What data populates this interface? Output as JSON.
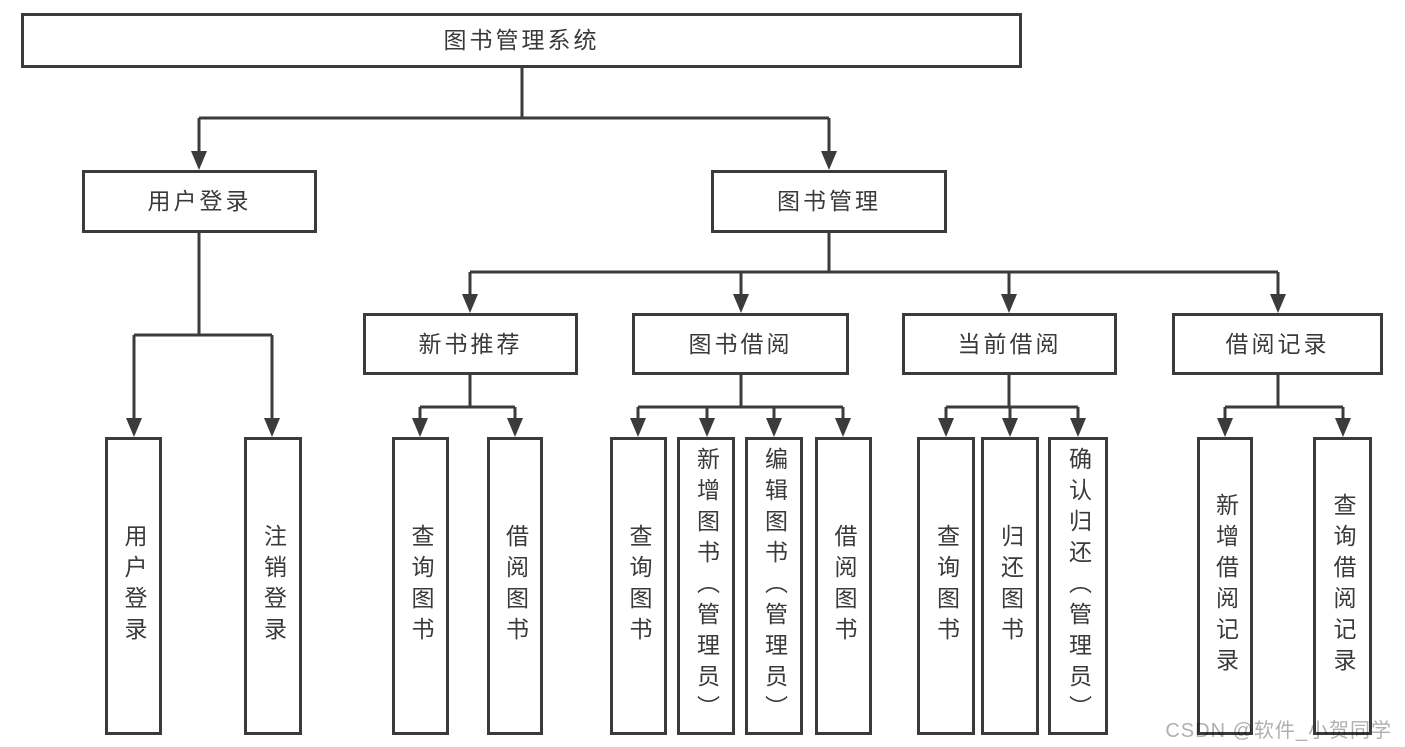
{
  "tree": {
    "root": {
      "label": "图书管理系统"
    },
    "branches": [
      {
        "label": "用户登录",
        "children": [
          {
            "label": "用户登录"
          },
          {
            "label": "注销登录"
          }
        ]
      },
      {
        "label": "图书管理",
        "children": [
          {
            "label": "新书推荐",
            "children": [
              {
                "label": "查询图书"
              },
              {
                "label": "借阅图书"
              }
            ]
          },
          {
            "label": "图书借阅",
            "children": [
              {
                "label": "查询图书"
              },
              {
                "label": "新增图书（管理员）"
              },
              {
                "label": "编辑图书（管理员）"
              },
              {
                "label": "借阅图书"
              }
            ]
          },
          {
            "label": "当前借阅",
            "children": [
              {
                "label": "查询图书"
              },
              {
                "label": "归还图书"
              },
              {
                "label": "确认归还（管理员）"
              }
            ]
          },
          {
            "label": "借阅记录",
            "children": [
              {
                "label": "新增借阅记录"
              },
              {
                "label": "查询借阅记录"
              }
            ]
          }
        ]
      }
    ]
  },
  "watermark": {
    "text": "CSDN @软件_小贺同学"
  },
  "colors": {
    "line": "#3b3b3b",
    "text": "#3a3a3a",
    "watermark": "#b0b0b0",
    "background": "#ffffff"
  }
}
